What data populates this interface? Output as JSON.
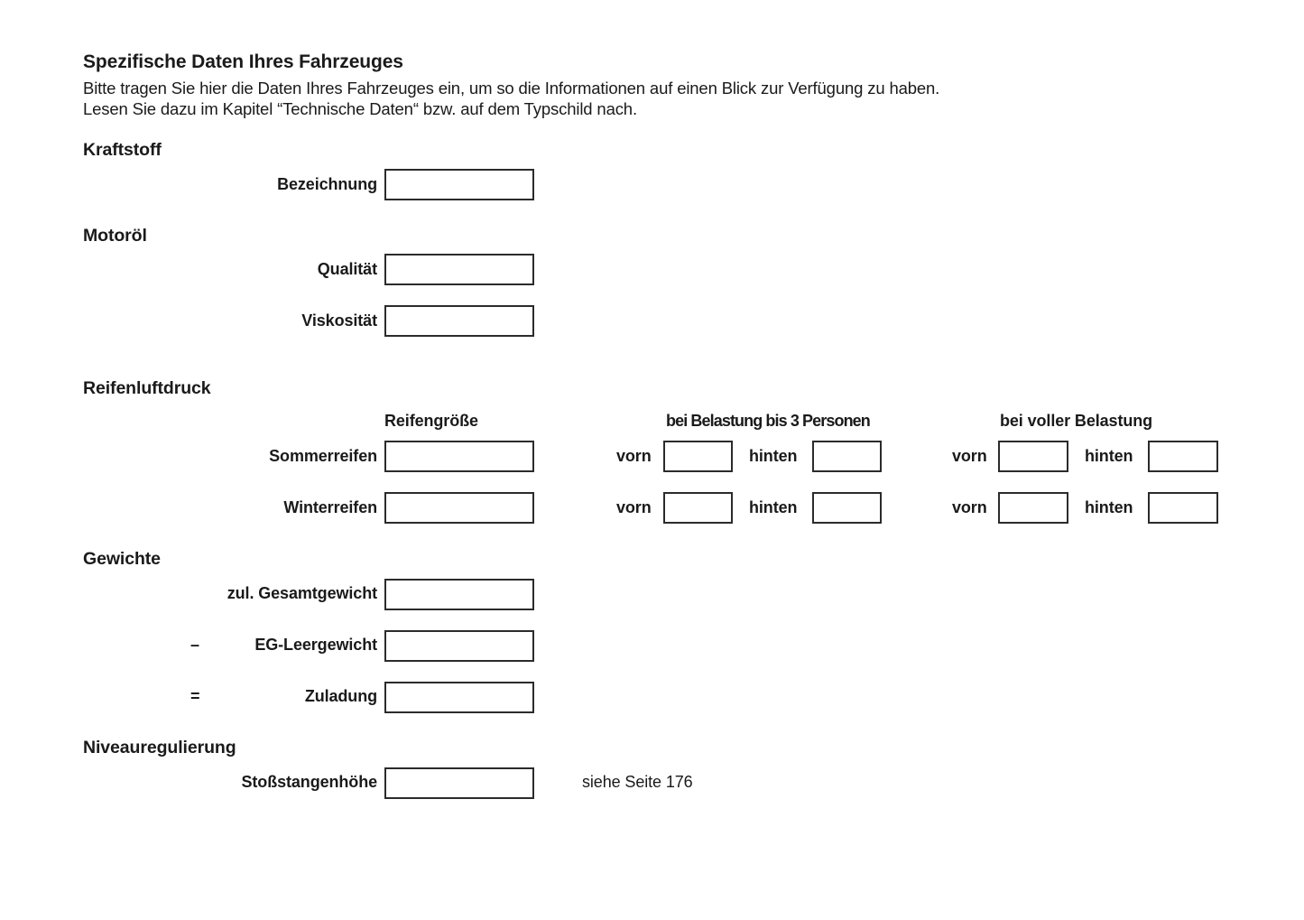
{
  "intro": {
    "title": "Spezifische Daten Ihres Fahrzeuges",
    "line1": "Bitte tragen Sie hier die Daten Ihres Fahrzeuges ein, um so die Informationen auf einen Blick zur Verfügung zu haben.",
    "line2": "Lesen Sie dazu im Kapitel “Technische Daten“ bzw. auf dem Typschild nach."
  },
  "sections": {
    "fuel": {
      "heading": "Kraftstoff",
      "fields": [
        {
          "label": "Bezeichnung",
          "value": ""
        }
      ]
    },
    "engine_oil": {
      "heading": "Motoröl",
      "fields": [
        {
          "label": "Qualität",
          "value": ""
        },
        {
          "label": "Viskosität",
          "value": ""
        }
      ]
    },
    "tire_pressure": {
      "heading": "Reifenluftdruck",
      "column_headers": {
        "size": "Reifengröße",
        "partial_load": "bei Belastung bis 3 Personen",
        "full_load": "bei voller Belastung"
      },
      "axle_labels": {
        "front": "vorn",
        "rear": "hinten"
      },
      "rows": [
        {
          "label": "Sommerreifen",
          "size_value": "",
          "partial_front": "",
          "partial_rear": "",
          "full_front": "",
          "full_rear": ""
        },
        {
          "label": "Winterreifen",
          "size_value": "",
          "partial_front": "",
          "partial_rear": "",
          "full_front": "",
          "full_rear": ""
        }
      ]
    },
    "weights": {
      "heading": "Gewichte",
      "fields": [
        {
          "operator": "",
          "label": "zul. Gesamtgewicht",
          "value": ""
        },
        {
          "operator": "–",
          "label": "EG-Leergewicht",
          "value": ""
        },
        {
          "operator": "=",
          "label": "Zuladung",
          "value": ""
        }
      ]
    },
    "level_control": {
      "heading": "Niveauregulierung",
      "fields": [
        {
          "label": "Stoßstangenhöhe",
          "value": ""
        }
      ],
      "note": "siehe Seite 176"
    }
  },
  "colors": {
    "page_background": "#ffffff",
    "text": "#1a1a1a",
    "box_border": "#2b2b2b"
  }
}
